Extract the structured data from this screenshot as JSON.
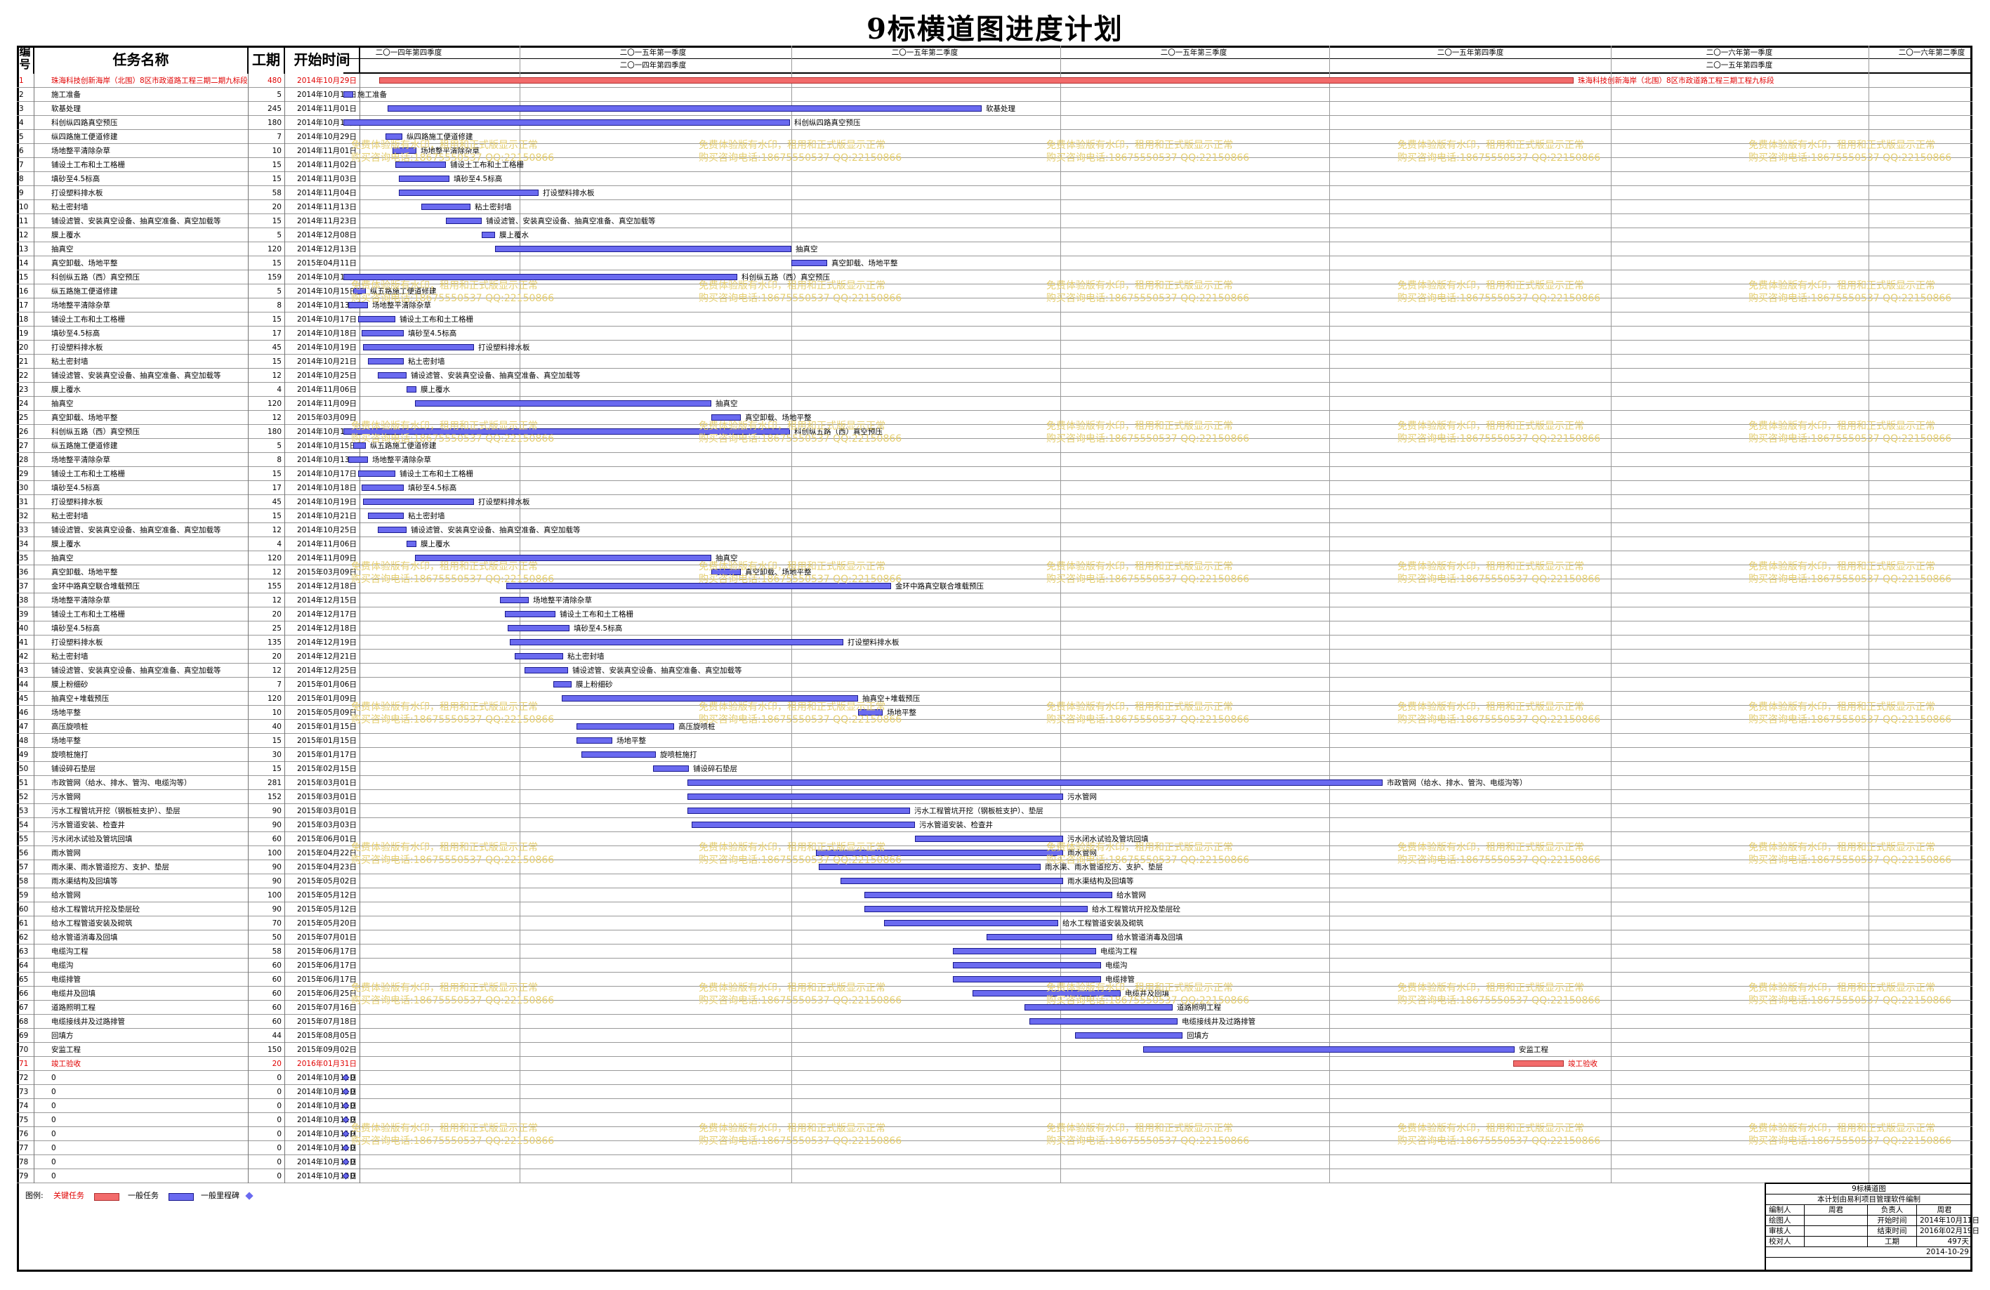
{
  "title": "9标横道图进度计划",
  "table_headers": {
    "id": "编号",
    "name": "任务名称",
    "duration": "工期",
    "start": "开始时间"
  },
  "quarters_top": [
    "二〇一四年第四季度",
    "二〇一五年第一季度",
    "二〇一五年第二季度",
    "二〇一五年第三季度",
    "二〇一五年第四季度",
    "二〇一六年第一季度",
    "二〇一六年第二季度"
  ],
  "quarters_bottom": [
    "二〇一四年第四季度",
    "二〇一五年第四季度"
  ],
  "tasks": [
    {
      "id": "1",
      "name": "珠海科技创新海岸（北围）8区市政道路工程三期二期九标段",
      "dur": "480",
      "start": "2014年10月29日",
      "crit": true,
      "bar": [
        0.022,
        0.755
      ],
      "label": "珠海科技创新海岸（北围）8区市政道路工程三期工程九标段"
    },
    {
      "id": "2",
      "name": "施工准备",
      "dur": "5",
      "start": "2014年10月11日",
      "bar": [
        0.0,
        0.006
      ],
      "label": "施工准备"
    },
    {
      "id": "3",
      "name": "软基处理",
      "dur": "245",
      "start": "2014年11月01日",
      "bar": [
        0.027,
        0.392
      ],
      "label": "软基处理"
    },
    {
      "id": "4",
      "name": "科创纵四路真空预压",
      "dur": "180",
      "start": "2014年10月11日",
      "bar": [
        0.0,
        0.274
      ],
      "label": "科创纵四路真空预压"
    },
    {
      "id": "5",
      "name": "纵四路施工便道修建",
      "dur": "7",
      "start": "2014年10月29日",
      "bar": [
        0.026,
        0.036
      ],
      "label": "纵四路施工便道修建"
    },
    {
      "id": "6",
      "name": "场地整平清除杂草",
      "dur": "10",
      "start": "2014年11月01日",
      "bar": [
        0.03,
        0.045
      ],
      "label": "场地整平清除杂草"
    },
    {
      "id": "7",
      "name": "铺设土工布和土工格栅",
      "dur": "15",
      "start": "2014年11月02日",
      "bar": [
        0.032,
        0.063
      ],
      "label": "铺设土工布和土工格栅"
    },
    {
      "id": "8",
      "name": "填砂至4.5标高",
      "dur": "15",
      "start": "2014年11月03日",
      "bar": [
        0.034,
        0.065
      ],
      "label": "填砂至4.5标高"
    },
    {
      "id": "9",
      "name": "打设塑料排水板",
      "dur": "58",
      "start": "2014年11月04日",
      "bar": [
        0.034,
        0.12
      ],
      "label": "打设塑料排水板"
    },
    {
      "id": "10",
      "name": "粘土密封墙",
      "dur": "20",
      "start": "2014年11月13日",
      "bar": [
        0.048,
        0.078
      ],
      "label": "粘土密封墙"
    },
    {
      "id": "11",
      "name": "铺设滤管、安装真空设备、抽真空准备、真空加载等",
      "dur": "15",
      "start": "2014年11月23日",
      "bar": [
        0.063,
        0.085
      ],
      "label": "铺设滤管、安装真空设备、抽真空准备、真空加载等"
    },
    {
      "id": "12",
      "name": "膜上覆水",
      "dur": "5",
      "start": "2014年12月08日",
      "bar": [
        0.085,
        0.093
      ],
      "label": "膜上覆水"
    },
    {
      "id": "13",
      "name": "抽真空",
      "dur": "120",
      "start": "2014年12月13日",
      "bar": [
        0.093,
        0.275
      ],
      "label": "抽真空"
    },
    {
      "id": "14",
      "name": "真空卸载、场地平整",
      "dur": "15",
      "start": "2015年04月11日",
      "bar": [
        0.275,
        0.297
      ],
      "label": "真空卸载、场地平整"
    },
    {
      "id": "15",
      "name": "科创纵五路（西）真空预压",
      "dur": "159",
      "start": "2014年10月11日",
      "bar": [
        0.0,
        0.242
      ],
      "label": "科创纵五路（西）真空预压"
    },
    {
      "id": "16",
      "name": "纵五路施工便道修建",
      "dur": "5",
      "start": "2014年10月15日",
      "bar": [
        0.006,
        0.014
      ],
      "label": "纵五路施工便道修建"
    },
    {
      "id": "17",
      "name": "场地整平清除杂草",
      "dur": "8",
      "start": "2014年10月13日",
      "bar": [
        0.003,
        0.015
      ],
      "label": "场地整平清除杂草"
    },
    {
      "id": "18",
      "name": "铺设土工布和土工格栅",
      "dur": "15",
      "start": "2014年10月17日",
      "bar": [
        0.009,
        0.032
      ],
      "label": "铺设土工布和土工格栅"
    },
    {
      "id": "19",
      "name": "填砂至4.5标高",
      "dur": "17",
      "start": "2014年10月18日",
      "bar": [
        0.011,
        0.037
      ],
      "label": "填砂至4.5标高"
    },
    {
      "id": "20",
      "name": "打设塑料排水板",
      "dur": "45",
      "start": "2014年10月19日",
      "bar": [
        0.012,
        0.08
      ],
      "label": "打设塑料排水板"
    },
    {
      "id": "21",
      "name": "粘土密封墙",
      "dur": "15",
      "start": "2014年10月21日",
      "bar": [
        0.015,
        0.037
      ],
      "label": "粘土密封墙"
    },
    {
      "id": "22",
      "name": "铺设滤管、安装真空设备、抽真空准备、真空加载等",
      "dur": "12",
      "start": "2014年10月25日",
      "bar": [
        0.021,
        0.039
      ],
      "label": "铺设滤管、安装真空设备、抽真空准备、真空加载等"
    },
    {
      "id": "23",
      "name": "膜上覆水",
      "dur": "4",
      "start": "2014年11月06日",
      "bar": [
        0.039,
        0.045
      ],
      "label": "膜上覆水"
    },
    {
      "id": "24",
      "name": "抽真空",
      "dur": "120",
      "start": "2014年11月09日",
      "bar": [
        0.044,
        0.226
      ],
      "label": "抽真空"
    },
    {
      "id": "25",
      "name": "真空卸载、场地平整",
      "dur": "12",
      "start": "2015年03月09日",
      "bar": [
        0.226,
        0.244
      ],
      "label": "真空卸载、场地平整"
    },
    {
      "id": "26",
      "name": "科创纵五路（西）真空预压",
      "dur": "180",
      "start": "2014年10月11日",
      "bar": [
        0.0,
        0.274
      ],
      "label": "科创纵五路（西）真空预压"
    },
    {
      "id": "27",
      "name": "纵五路施工便道修建",
      "dur": "5",
      "start": "2014年10月15日",
      "bar": [
        0.006,
        0.014
      ],
      "label": "纵五路施工便道修建"
    },
    {
      "id": "28",
      "name": "场地整平清除杂草",
      "dur": "8",
      "start": "2014年10月13日",
      "bar": [
        0.003,
        0.015
      ],
      "label": "场地整平清除杂草"
    },
    {
      "id": "29",
      "name": "铺设土工布和土工格栅",
      "dur": "15",
      "start": "2014年10月17日",
      "bar": [
        0.009,
        0.032
      ],
      "label": "铺设土工布和土工格栅"
    },
    {
      "id": "30",
      "name": "填砂至4.5标高",
      "dur": "17",
      "start": "2014年10月18日",
      "bar": [
        0.011,
        0.037
      ],
      "label": "填砂至4.5标高"
    },
    {
      "id": "31",
      "name": "打设塑料排水板",
      "dur": "45",
      "start": "2014年10月19日",
      "bar": [
        0.012,
        0.08
      ],
      "label": "打设塑料排水板"
    },
    {
      "id": "32",
      "name": "粘土密封墙",
      "dur": "15",
      "start": "2014年10月21日",
      "bar": [
        0.015,
        0.037
      ],
      "label": "粘土密封墙"
    },
    {
      "id": "33",
      "name": "铺设滤管、安装真空设备、抽真空准备、真空加载等",
      "dur": "12",
      "start": "2014年10月25日",
      "bar": [
        0.021,
        0.039
      ],
      "label": "铺设滤管、安装真空设备、抽真空准备、真空加载等"
    },
    {
      "id": "34",
      "name": "膜上覆水",
      "dur": "4",
      "start": "2014年11月06日",
      "bar": [
        0.039,
        0.045
      ],
      "label": "膜上覆水"
    },
    {
      "id": "35",
      "name": "抽真空",
      "dur": "120",
      "start": "2014年11月09日",
      "bar": [
        0.044,
        0.226
      ],
      "label": "抽真空"
    },
    {
      "id": "36",
      "name": "真空卸载、场地平整",
      "dur": "12",
      "start": "2015年03月09日",
      "bar": [
        0.226,
        0.244
      ],
      "label": "真空卸载、场地平整"
    },
    {
      "id": "37",
      "name": "金环中路真空联合堆载预压",
      "dur": "155",
      "start": "2014年12月18日",
      "bar": [
        0.1,
        0.336
      ],
      "label": "金环中路真空联合堆载预压"
    },
    {
      "id": "38",
      "name": "场地整平清除杂草",
      "dur": "12",
      "start": "2014年12月15日",
      "bar": [
        0.096,
        0.114
      ],
      "label": "场地整平清除杂草"
    },
    {
      "id": "39",
      "name": "铺设土工布和土工格栅",
      "dur": "20",
      "start": "2014年12月17日",
      "bar": [
        0.099,
        0.13
      ],
      "label": "铺设土工布和土工格栅"
    },
    {
      "id": "40",
      "name": "填砂至4.5标高",
      "dur": "25",
      "start": "2014年12月18日",
      "bar": [
        0.101,
        0.139
      ],
      "label": "填砂至4.5标高"
    },
    {
      "id": "41",
      "name": "打设塑料排水板",
      "dur": "135",
      "start": "2014年12月19日",
      "bar": [
        0.102,
        0.307
      ],
      "label": "打设塑料排水板"
    },
    {
      "id": "42",
      "name": "粘土密封墙",
      "dur": "20",
      "start": "2014年12月21日",
      "bar": [
        0.105,
        0.135
      ],
      "label": "粘土密封墙"
    },
    {
      "id": "43",
      "name": "铺设滤管、安装真空设备、抽真空准备、真空加载等",
      "dur": "12",
      "start": "2014年12月25日",
      "bar": [
        0.111,
        0.138
      ],
      "label": "铺设滤管、安装真空设备、抽真空准备、真空加载等"
    },
    {
      "id": "44",
      "name": "膜上粉细砂",
      "dur": "7",
      "start": "2015年01月06日",
      "bar": [
        0.129,
        0.14
      ],
      "label": "膜上粉细砂"
    },
    {
      "id": "45",
      "name": "抽真空+堆载预压",
      "dur": "120",
      "start": "2015年01月09日",
      "bar": [
        0.134,
        0.316
      ],
      "label": "抽真空+堆载预压"
    },
    {
      "id": "46",
      "name": "场地平整",
      "dur": "10",
      "start": "2015年05月09日",
      "bar": [
        0.316,
        0.331
      ],
      "label": "场地平整"
    },
    {
      "id": "47",
      "name": "高压旋喷桩",
      "dur": "40",
      "start": "2015年01月15日",
      "bar": [
        0.143,
        0.203
      ],
      "label": "高压旋喷桩"
    },
    {
      "id": "48",
      "name": "场地平整",
      "dur": "15",
      "start": "2015年01月15日",
      "bar": [
        0.143,
        0.165
      ],
      "label": "场地平整"
    },
    {
      "id": "49",
      "name": "旋喷桩施打",
      "dur": "30",
      "start": "2015年01月17日",
      "bar": [
        0.146,
        0.192
      ],
      "label": "旋喷桩施打"
    },
    {
      "id": "50",
      "name": "铺设碎石垫层",
      "dur": "15",
      "start": "2015年02月15日",
      "bar": [
        0.19,
        0.212
      ],
      "label": "铺设碎石垫层"
    },
    {
      "id": "51",
      "name": "市政管网（给水、排水、管沟、电缆沟等）",
      "dur": "281",
      "start": "2015年03月01日",
      "bar": [
        0.211,
        0.638
      ],
      "label": "市政管网（给水、排水、管沟、电缆沟等）"
    },
    {
      "id": "52",
      "name": "污水管网",
      "dur": "152",
      "start": "2015年03月01日",
      "bar": [
        0.211,
        0.442
      ],
      "label": "污水管网"
    },
    {
      "id": "53",
      "name": "污水工程管坑开挖（钢板桩支护）、垫层",
      "dur": "90",
      "start": "2015年03月01日",
      "bar": [
        0.211,
        0.348
      ],
      "label": "污水工程管坑开挖（钢板桩支护）、垫层"
    },
    {
      "id": "54",
      "name": "污水管道安装、检查井",
      "dur": "90",
      "start": "2015年03月03日",
      "bar": [
        0.214,
        0.351
      ],
      "label": "污水管道安装、检查井"
    },
    {
      "id": "55",
      "name": "污水闭水试验及管坑回填",
      "dur": "60",
      "start": "2015年06月01日",
      "bar": [
        0.351,
        0.442
      ],
      "label": "污水闭水试验及管坑回填"
    },
    {
      "id": "56",
      "name": "雨水管网",
      "dur": "100",
      "start": "2015年04月22日",
      "bar": [
        0.29,
        0.442
      ],
      "label": "雨水管网"
    },
    {
      "id": "57",
      "name": "雨水渠、雨水管道挖方、支护、垫层",
      "dur": "90",
      "start": "2015年04月23日",
      "bar": [
        0.292,
        0.428
      ],
      "label": "雨水渠、雨水管道挖方、支护、垫层"
    },
    {
      "id": "58",
      "name": "雨水渠结构及回填等",
      "dur": "90",
      "start": "2015年05月02日",
      "bar": [
        0.305,
        0.442
      ],
      "label": "雨水渠结构及回填等"
    },
    {
      "id": "59",
      "name": "给水管网",
      "dur": "100",
      "start": "2015年05月12日",
      "bar": [
        0.32,
        0.472
      ],
      "label": "给水管网"
    },
    {
      "id": "60",
      "name": "给水工程管坑开挖及垫层砼",
      "dur": "90",
      "start": "2015年05月12日",
      "bar": [
        0.32,
        0.457
      ],
      "label": "给水工程管坑开挖及垫层砼"
    },
    {
      "id": "61",
      "name": "给水工程管道安装及砌筑",
      "dur": "70",
      "start": "2015年05月20日",
      "bar": [
        0.332,
        0.439
      ],
      "label": "给水工程管道安装及砌筑"
    },
    {
      "id": "62",
      "name": "给水管道消毒及回填",
      "dur": "50",
      "start": "2015年07月01日",
      "bar": [
        0.395,
        0.472
      ],
      "label": "给水管道消毒及回填"
    },
    {
      "id": "63",
      "name": "电缆沟工程",
      "dur": "58",
      "start": "2015年06月17日",
      "bar": [
        0.374,
        0.462
      ],
      "label": "电缆沟工程"
    },
    {
      "id": "64",
      "name": "电缆沟",
      "dur": "60",
      "start": "2015年06月17日",
      "bar": [
        0.374,
        0.465
      ],
      "label": "电缆沟"
    },
    {
      "id": "65",
      "name": "电缆排管",
      "dur": "60",
      "start": "2015年06月17日",
      "bar": [
        0.374,
        0.465
      ],
      "label": "电缆排管"
    },
    {
      "id": "66",
      "name": "电缆井及回填",
      "dur": "60",
      "start": "2015年06月25日",
      "bar": [
        0.386,
        0.477
      ],
      "label": "电缆井及回填"
    },
    {
      "id": "67",
      "name": "道路照明工程",
      "dur": "60",
      "start": "2015年07月16日",
      "bar": [
        0.418,
        0.509
      ],
      "label": "道路照明工程"
    },
    {
      "id": "68",
      "name": "电缆接线井及过路排管",
      "dur": "60",
      "start": "2015年07月18日",
      "bar": [
        0.421,
        0.512
      ],
      "label": "电缆接线井及过路排管"
    },
    {
      "id": "69",
      "name": "回填方",
      "dur": "44",
      "start": "2015年08月05日",
      "bar": [
        0.449,
        0.515
      ],
      "label": "回填方"
    },
    {
      "id": "70",
      "name": "安监工程",
      "dur": "150",
      "start": "2015年09月02日",
      "bar": [
        0.491,
        0.719
      ],
      "label": "安监工程"
    },
    {
      "id": "71",
      "name": "竣工验收",
      "dur": "20",
      "start": "2016年01月31日",
      "crit": true,
      "bar": [
        0.718,
        0.749
      ],
      "label": "竣工验收"
    },
    {
      "id": "72",
      "name": "0",
      "dur": "0",
      "start": "2014年10月11日",
      "ms": true,
      "label": "0"
    },
    {
      "id": "73",
      "name": "0",
      "dur": "0",
      "start": "2014年10月11日",
      "ms": true,
      "label": "0"
    },
    {
      "id": "74",
      "name": "0",
      "dur": "0",
      "start": "2014年10月11日",
      "ms": true,
      "label": "0"
    },
    {
      "id": "75",
      "name": "0",
      "dur": "0",
      "start": "2014年10月11日",
      "ms": true,
      "label": "0"
    },
    {
      "id": "76",
      "name": "0",
      "dur": "0",
      "start": "2014年10月11日",
      "ms": true,
      "label": "0"
    },
    {
      "id": "77",
      "name": "0",
      "dur": "0",
      "start": "2014年10月11日",
      "ms": true,
      "label": "0"
    },
    {
      "id": "78",
      "name": "0",
      "dur": "0",
      "start": "2014年10月11日",
      "ms": true,
      "label": "0"
    },
    {
      "id": "79",
      "name": "0",
      "dur": "0",
      "start": "2014年10月12日",
      "ms": true,
      "label": "0"
    }
  ],
  "watermark": {
    "line1": "免费体验版有水印，租用和正式版显示正常",
    "line2": "购买咨询电话:18675550537 QQ:22150866"
  },
  "legend": {
    "title": "图例:",
    "critical": "关键任务",
    "normal": "一般任务",
    "milestone": "一般里程碑"
  },
  "colors": {
    "critical": "#f26b6b",
    "normal": "#6a6af0",
    "watermark": "#e6cf70"
  },
  "title_block": {
    "name": "9标横道图",
    "subtitle": "本计划由易利项目管理软件编制",
    "editor_label": "编制人",
    "editor": "周君",
    "owner_label": "负责人",
    "owner": "周君",
    "drawer_label": "绘图人",
    "drawer": "",
    "start_label": "开始时间",
    "start": "2014年10月11日",
    "reviewer_label": "审核人",
    "reviewer": "",
    "end_label": "结束时间",
    "end": "2016年02月19日",
    "checker_label": "校对人",
    "checker": "",
    "duration_label": "工期",
    "duration": "497天",
    "date": "2014-10-29"
  }
}
